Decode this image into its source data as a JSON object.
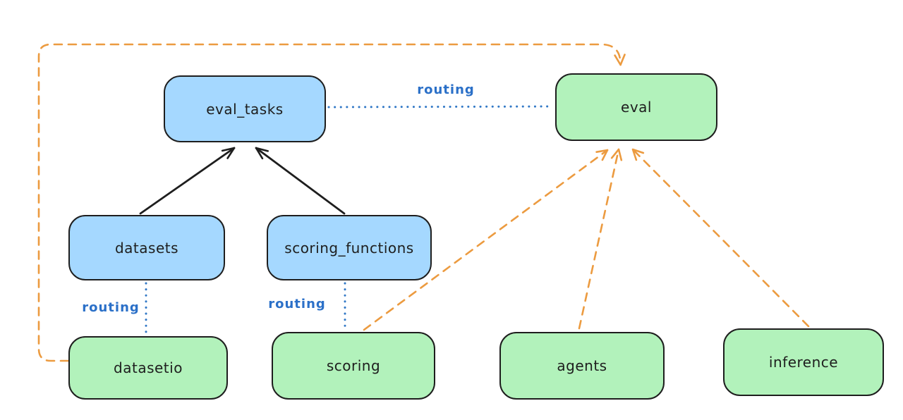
{
  "nodes": {
    "eval_tasks": {
      "label": "eval_tasks"
    },
    "eval": {
      "label": "eval"
    },
    "datasets": {
      "label": "datasets"
    },
    "scoring_functions": {
      "label": "scoring_functions"
    },
    "datasetio": {
      "label": "datasetio"
    },
    "scoring": {
      "label": "scoring"
    },
    "agents": {
      "label": "agents"
    },
    "inference": {
      "label": "inference"
    }
  },
  "edge_labels": {
    "eval_tasks_eval": "routing",
    "datasets_datasetio": "routing",
    "scoring_functions_scoring": "routing"
  },
  "colors": {
    "background": "#ffffff",
    "node_border": "#1e1e1e",
    "node_text": "#1e1e1e",
    "node_blue_fill": "#a5d8ff",
    "node_green_fill": "#b2f2bb",
    "black_edge": "#1e1e1e",
    "orange_edge": "#ec9b40",
    "blue_edge": "#3178c6",
    "routing_label": "#2b70c8"
  }
}
